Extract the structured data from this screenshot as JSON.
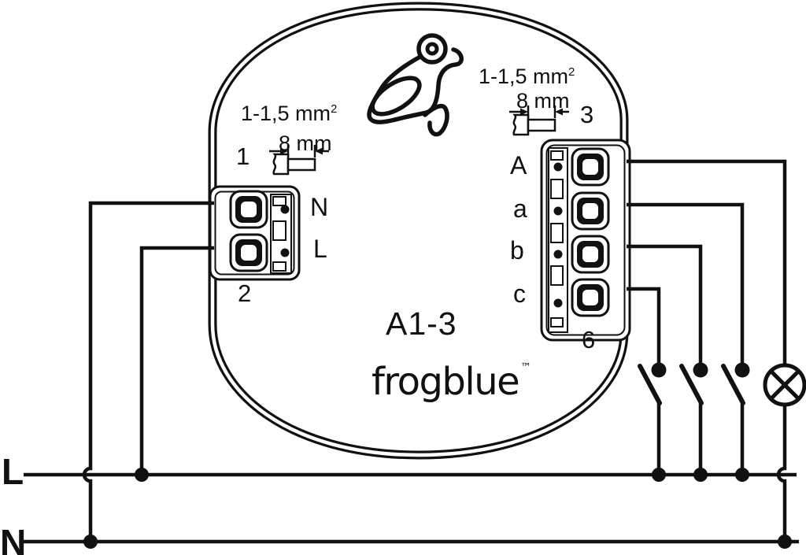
{
  "colors": {
    "ink": "#111111",
    "bg": "#ffffff"
  },
  "device": {
    "model": "A1-3",
    "brand": "frogblue",
    "trademark": "™"
  },
  "annotations": {
    "left": {
      "gauge": "1-1,5 mm",
      "gauge_exp": "2",
      "strip": "8 mm",
      "num_top": "1",
      "num_bottom": "2"
    },
    "right": {
      "gauge": "1-1,5 mm",
      "gauge_exp": "2",
      "strip": "8 mm",
      "num_top": "3",
      "num_bottom": "6"
    }
  },
  "terminals": {
    "left": [
      {
        "label": "N"
      },
      {
        "label": "L"
      }
    ],
    "right": [
      {
        "label": "A"
      },
      {
        "label": "a"
      },
      {
        "label": "b"
      },
      {
        "label": "c"
      }
    ]
  },
  "bus": {
    "live": "L",
    "neutral": "N"
  }
}
